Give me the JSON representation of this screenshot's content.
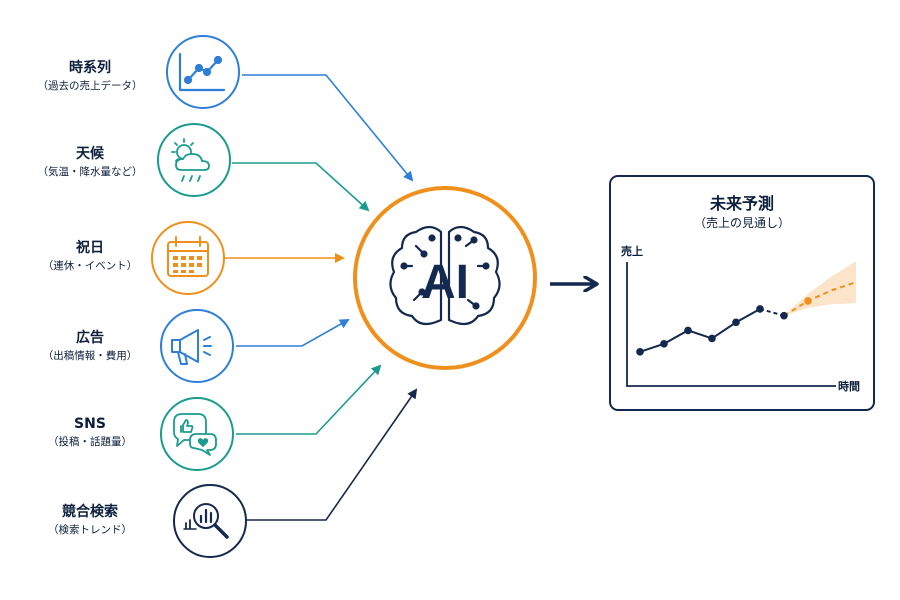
{
  "inputs": [
    {
      "title": "時系列",
      "sub": "（過去の売上データ）",
      "icon": "line-chart-icon",
      "color": "#2f7fd8"
    },
    {
      "title": "天候",
      "sub": "（気温・降水量など）",
      "icon": "weather-icon",
      "color": "#1a9b8f"
    },
    {
      "title": "祝日",
      "sub": "（連休・イベント）",
      "icon": "calendar-icon",
      "color": "#f0901c"
    },
    {
      "title": "広告",
      "sub": "（出稿情報・費用）",
      "icon": "megaphone-icon",
      "color": "#2f7fd8"
    },
    {
      "title": "SNS",
      "sub": "（投稿・話題量）",
      "icon": "social-chat-icon",
      "color": "#1a9b8f"
    },
    {
      "title": "競合検索",
      "sub": "（検索トレンド）",
      "icon": "search-analytics-icon",
      "color": "#14294f"
    }
  ],
  "ai": {
    "label": "AI",
    "ring_color": "#f0901c",
    "text_color": "#14294f"
  },
  "prediction": {
    "title": "未来予測",
    "subtitle": "（売上の見通し）",
    "y_axis_label": "売上",
    "x_axis_label": "時間"
  },
  "chart_data": {
    "type": "line",
    "title": "未来予測",
    "xlabel": "時間",
    "ylabel": "売上",
    "series": [
      {
        "values": [
          2.4,
          3.0,
          4.0,
          3.4,
          4.6,
          5.6,
          5.1
        ]
      },
      {
        "values": [
          5.1,
          6.2,
          7.0,
          7.6
        ]
      }
    ],
    "ylim": [
      0,
      10
    ],
    "colors": {
      "history": "#14294f",
      "forecast": "#f0901c",
      "band": "#fbd9b4"
    }
  }
}
